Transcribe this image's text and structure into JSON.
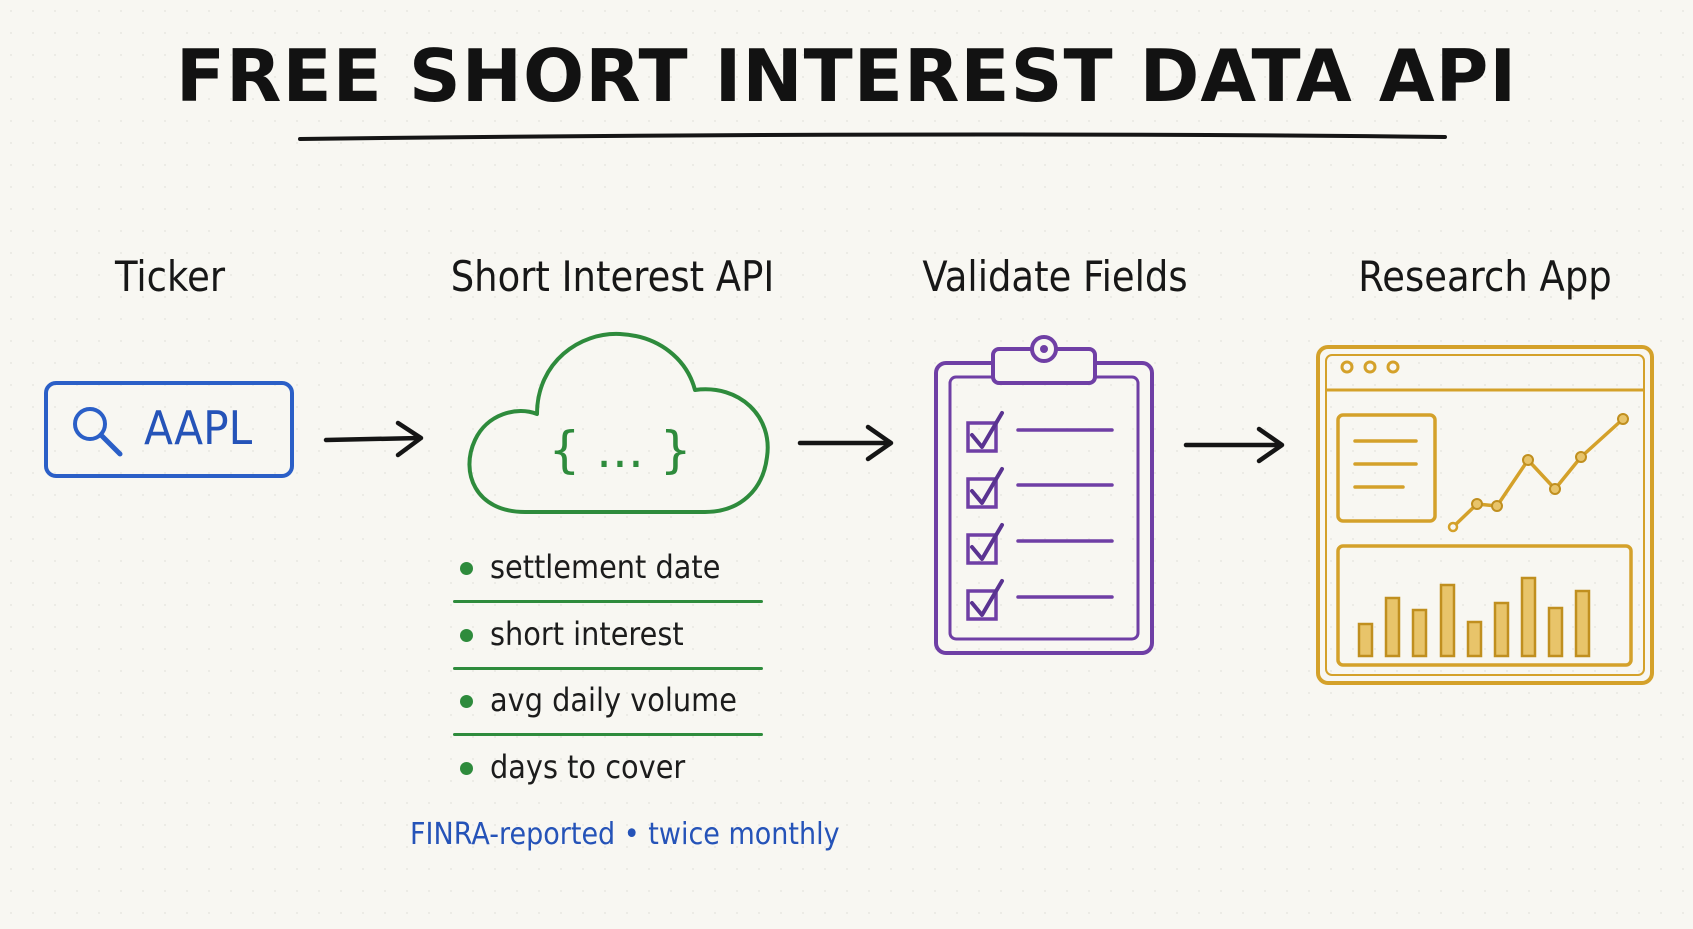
{
  "title": "FREE SHORT INTEREST DATA API",
  "steps": [
    {
      "label": "Ticker"
    },
    {
      "label": "Short Interest API"
    },
    {
      "label": "Validate Fields"
    },
    {
      "label": "Research App"
    }
  ],
  "ticker": {
    "value": "AAPL"
  },
  "api": {
    "payload_symbol": "{ ... }",
    "fields": [
      "settlement date",
      "short interest",
      "avg daily volume",
      "days to cover"
    ]
  },
  "source_note": "FINRA-reported • twice monthly",
  "colors": {
    "ticker": "#2b5fc7",
    "api": "#2e8b3c",
    "validate": "#6f3fa5",
    "app": "#d4a12a",
    "ink": "#151515"
  },
  "icons": [
    "search-icon",
    "cloud-icon",
    "clipboard-icon",
    "checkbox-icon",
    "browser-window-icon",
    "line-chart-icon",
    "bar-chart-icon",
    "arrow-right-icon"
  ]
}
